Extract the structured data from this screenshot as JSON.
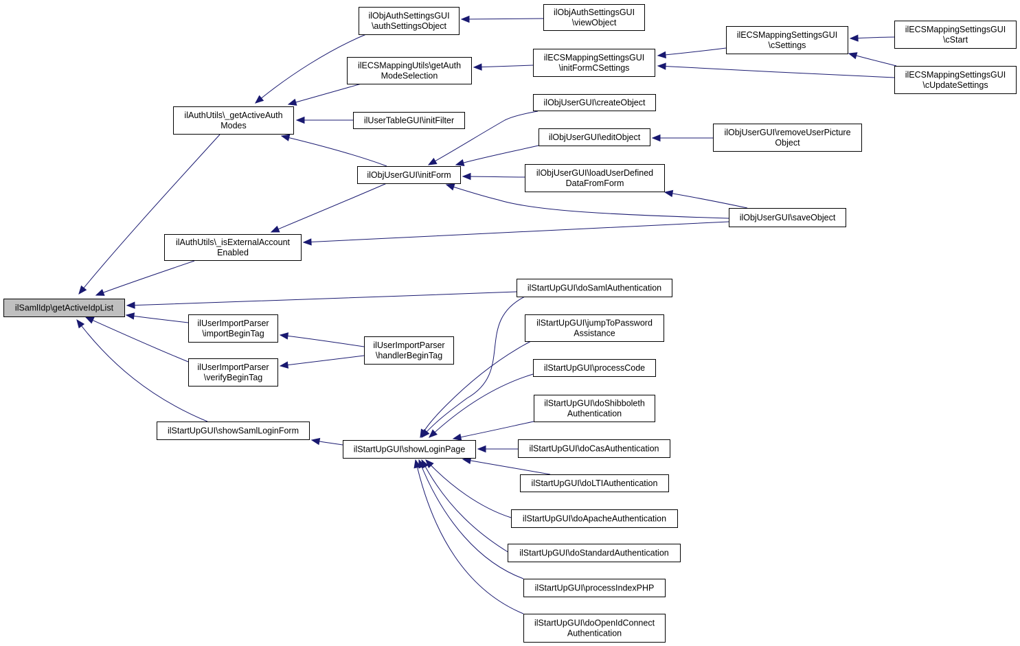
{
  "graph": {
    "edge_color": "#191970",
    "root_fill": "#bfbfbf",
    "nodes": [
      {
        "id": "root",
        "lines": [
          "ilSamlIdp\\getActiveIdpList"
        ]
      },
      {
        "id": "getActiveAuthModes",
        "lines": [
          "ilAuthUtils\\_getActiveAuth",
          "Modes"
        ]
      },
      {
        "id": "isExternalAccountEnabled",
        "lines": [
          "ilAuthUtils\\_isExternalAccount",
          "Enabled"
        ]
      },
      {
        "id": "importBeginTag",
        "lines": [
          "ilUserImportParser",
          "\\importBeginTag"
        ]
      },
      {
        "id": "verifyBeginTag",
        "lines": [
          "ilUserImportParser",
          "\\verifyBeginTag"
        ]
      },
      {
        "id": "showSamlLoginForm",
        "lines": [
          "ilStartUpGUI\\showSamlLoginForm"
        ]
      },
      {
        "id": "authSettingsObject",
        "lines": [
          "ilObjAuthSettingsGUI",
          "\\authSettingsObject"
        ]
      },
      {
        "id": "getAuthModeSelection",
        "lines": [
          "ilECSMappingUtils\\getAuth",
          "ModeSelection"
        ]
      },
      {
        "id": "initFilter",
        "lines": [
          "ilUserTableGUI\\initFilter"
        ]
      },
      {
        "id": "initForm",
        "lines": [
          "ilObjUserGUI\\initForm"
        ]
      },
      {
        "id": "handlerBeginTag",
        "lines": [
          "ilUserImportParser",
          "\\handlerBeginTag"
        ]
      },
      {
        "id": "showLoginPage",
        "lines": [
          "ilStartUpGUI\\showLoginPage"
        ]
      },
      {
        "id": "viewObject",
        "lines": [
          "ilObjAuthSettingsGUI",
          "\\viewObject"
        ]
      },
      {
        "id": "initFormCSettings",
        "lines": [
          "ilECSMappingSettingsGUI",
          "\\initFormCSettings"
        ]
      },
      {
        "id": "createObject",
        "lines": [
          "ilObjUserGUI\\createObject"
        ]
      },
      {
        "id": "editObject",
        "lines": [
          "ilObjUserGUI\\editObject"
        ]
      },
      {
        "id": "loadUserDefinedDataFromForm",
        "lines": [
          "ilObjUserGUI\\loadUserDefined",
          "DataFromForm"
        ]
      },
      {
        "id": "doSamlAuthentication",
        "lines": [
          "ilStartUpGUI\\doSamlAuthentication"
        ]
      },
      {
        "id": "jumpToPasswordAssistance",
        "lines": [
          "ilStartUpGUI\\jumpToPassword",
          "Assistance"
        ]
      },
      {
        "id": "processCode",
        "lines": [
          "ilStartUpGUI\\processCode"
        ]
      },
      {
        "id": "doShibbolethAuthentication",
        "lines": [
          "ilStartUpGUI\\doShibboleth",
          "Authentication"
        ]
      },
      {
        "id": "doCasAuthentication",
        "lines": [
          "ilStartUpGUI\\doCasAuthentication"
        ]
      },
      {
        "id": "doLTIAuthentication",
        "lines": [
          "ilStartUpGUI\\doLTIAuthentication"
        ]
      },
      {
        "id": "doApacheAuthentication",
        "lines": [
          "ilStartUpGUI\\doApacheAuthentication"
        ]
      },
      {
        "id": "doStandardAuthentication",
        "lines": [
          "ilStartUpGUI\\doStandardAuthentication"
        ]
      },
      {
        "id": "processIndexPHP",
        "lines": [
          "ilStartUpGUI\\processIndexPHP"
        ]
      },
      {
        "id": "doOpenIdConnectAuthentication",
        "lines": [
          "ilStartUpGUI\\doOpenIdConnect",
          "Authentication"
        ]
      },
      {
        "id": "cSettings",
        "lines": [
          "ilECSMappingSettingsGUI",
          "\\cSettings"
        ]
      },
      {
        "id": "cStart",
        "lines": [
          "ilECSMappingSettingsGUI",
          "\\cStart"
        ]
      },
      {
        "id": "cUpdateSettings",
        "lines": [
          "ilECSMappingSettingsGUI",
          "\\cUpdateSettings"
        ]
      },
      {
        "id": "removeUserPictureObject",
        "lines": [
          "ilObjUserGUI\\removeUserPicture",
          "Object"
        ]
      },
      {
        "id": "saveObject",
        "lines": [
          "ilObjUserGUI\\saveObject"
        ]
      }
    ],
    "edges": [
      {
        "from": "getActiveAuthModes",
        "to": "root"
      },
      {
        "from": "isExternalAccountEnabled",
        "to": "root"
      },
      {
        "from": "doSamlAuthentication",
        "to": "root"
      },
      {
        "from": "importBeginTag",
        "to": "root"
      },
      {
        "from": "verifyBeginTag",
        "to": "root"
      },
      {
        "from": "showSamlLoginForm",
        "to": "root"
      },
      {
        "from": "authSettingsObject",
        "to": "getActiveAuthModes"
      },
      {
        "from": "getAuthModeSelection",
        "to": "getActiveAuthModes"
      },
      {
        "from": "initFilter",
        "to": "getActiveAuthModes"
      },
      {
        "from": "initForm",
        "to": "getActiveAuthModes"
      },
      {
        "from": "viewObject",
        "to": "authSettingsObject"
      },
      {
        "from": "initFormCSettings",
        "to": "getAuthModeSelection"
      },
      {
        "from": "cSettings",
        "to": "initFormCSettings"
      },
      {
        "from": "cUpdateSettings",
        "to": "initFormCSettings"
      },
      {
        "from": "cStart",
        "to": "cSettings"
      },
      {
        "from": "cUpdateSettings",
        "to": "cSettings"
      },
      {
        "from": "createObject",
        "to": "initForm"
      },
      {
        "from": "editObject",
        "to": "initForm"
      },
      {
        "from": "loadUserDefinedDataFromForm",
        "to": "initForm"
      },
      {
        "from": "saveObject",
        "to": "initForm"
      },
      {
        "from": "removeUserPictureObject",
        "to": "editObject"
      },
      {
        "from": "saveObject",
        "to": "loadUserDefinedDataFromForm"
      },
      {
        "from": "initForm",
        "to": "isExternalAccountEnabled"
      },
      {
        "from": "saveObject",
        "to": "isExternalAccountEnabled"
      },
      {
        "from": "handlerBeginTag",
        "to": "importBeginTag"
      },
      {
        "from": "handlerBeginTag",
        "to": "verifyBeginTag"
      },
      {
        "from": "showLoginPage",
        "to": "showSamlLoginForm"
      },
      {
        "from": "doSamlAuthentication",
        "to": "showLoginPage"
      },
      {
        "from": "jumpToPasswordAssistance",
        "to": "showLoginPage"
      },
      {
        "from": "processCode",
        "to": "showLoginPage"
      },
      {
        "from": "doShibbolethAuthentication",
        "to": "showLoginPage"
      },
      {
        "from": "doCasAuthentication",
        "to": "showLoginPage"
      },
      {
        "from": "doLTIAuthentication",
        "to": "showLoginPage"
      },
      {
        "from": "doApacheAuthentication",
        "to": "showLoginPage"
      },
      {
        "from": "doStandardAuthentication",
        "to": "showLoginPage"
      },
      {
        "from": "processIndexPHP",
        "to": "showLoginPage"
      },
      {
        "from": "doOpenIdConnectAuthentication",
        "to": "showLoginPage"
      }
    ]
  }
}
